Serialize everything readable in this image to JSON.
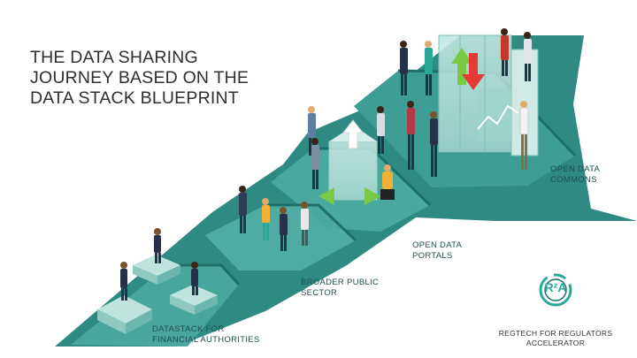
{
  "title": {
    "line1": "THE DATA SHARING",
    "line2": "JOURNEY BASED ON THE",
    "line3": "DATA STACK BLUEPRINT"
  },
  "stages": {
    "datastack": {
      "line1": "DATASTACK FOR",
      "line2": "FINANCIAL AUTHORITIES"
    },
    "broader": {
      "line1": "BROADER PUBLIC",
      "line2": "SECTOR"
    },
    "portals": {
      "line1": "OPEN DATA",
      "line2": "PORTALS"
    },
    "commons": {
      "line1": "OPEN DATA",
      "line2": "COMMONS"
    }
  },
  "logo": {
    "mark": "R²A",
    "line1": "REGTECH FOR REGULATORS",
    "line2": "ACCELERATOR"
  },
  "colors": {
    "teal_dark": "#1e6f69",
    "teal": "#3d9a92",
    "teal_light": "#5fb8ae",
    "arrow_green": "#7ac943",
    "arrow_red": "#e53935",
    "accent": "#2aa897"
  }
}
